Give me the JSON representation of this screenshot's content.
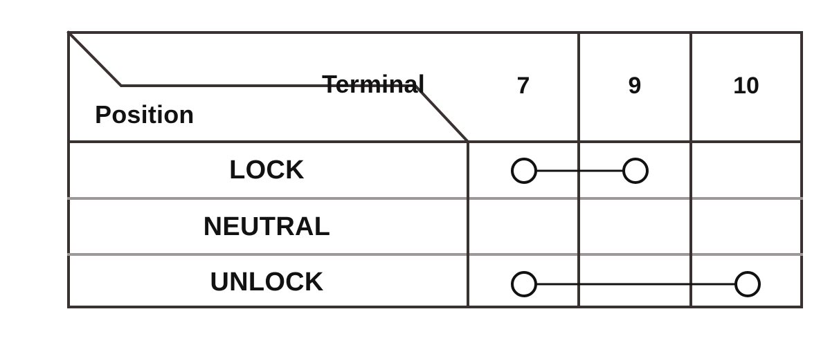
{
  "diagram": {
    "kind": "switch-continuity-table",
    "header": {
      "corner_upper_right_label": "Terminal",
      "corner_lower_left_label": "Position"
    },
    "terminals": [
      {
        "id": "7",
        "label": "7"
      },
      {
        "id": "9",
        "label": "9"
      },
      {
        "id": "10",
        "label": "10"
      }
    ],
    "rows": [
      {
        "position": "LOCK",
        "connected_terminals": [
          "7",
          "9"
        ],
        "has_continuity": true
      },
      {
        "position": "NEUTRAL",
        "connected_terminals": [],
        "has_continuity": false
      },
      {
        "position": "UNLOCK",
        "connected_terminals": [
          "7",
          "10"
        ],
        "has_continuity": true
      }
    ],
    "colors": {
      "background": "#ffffff",
      "outer_border": "#3a3230",
      "inner_row_divider": "#9d9896",
      "text": "#121212",
      "contact_stroke": "#111111"
    }
  }
}
